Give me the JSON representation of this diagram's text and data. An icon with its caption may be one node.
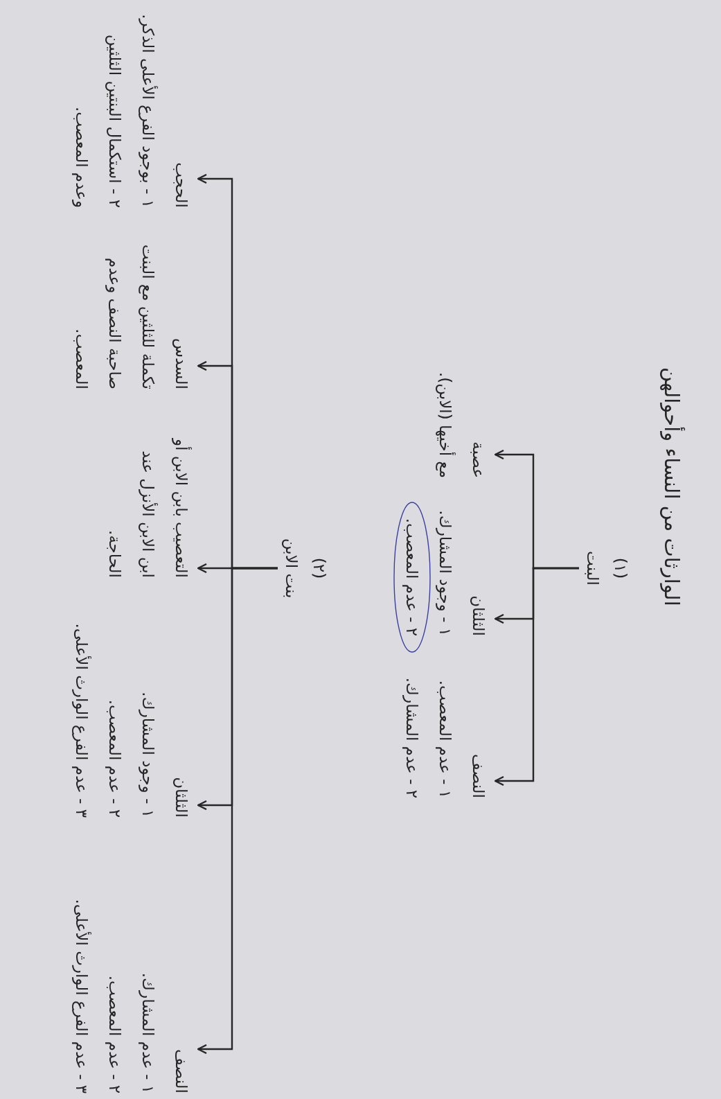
{
  "diagram": {
    "title": "الوارثات من النساء وأحوالهن",
    "nodes": [
      {
        "text": [
          "(١)",
          "البنت"
        ]
      },
      {
        "text": [
          "النصف",
          "١ - عدم المعصب.",
          "٢ - عدم المشارك."
        ]
      },
      {
        "text": [
          "الثلثان",
          "١ - وجود المشارك.",
          "٢ - عدم المعصب."
        ]
      },
      {
        "text": [
          "عصبة",
          "مع أخيها (الابن)."
        ]
      },
      {
        "text": [
          "(٢)",
          "بنت الابن"
        ]
      },
      {
        "text": [
          "النصف",
          "١ - عدم المشارك.",
          "٢ - عدم المعصب.",
          "٣ - عدم الفرع الوارث الأعلى."
        ]
      },
      {
        "text": [
          "الثلثان",
          "١ - وجود المشارك.",
          "٢ - عدم المعصب.",
          "٣ - عدم الفرع الوارث الأعلى."
        ]
      },
      {
        "text": [
          "التعصيب بابن الابن أو ابن الابن الأنزل عند الحاجة."
        ]
      },
      {
        "text": [
          "السدس",
          "تكملة للثلثين مع البنت صاحبة النصف وعدم المعصب."
        ]
      },
      {
        "text": [
          "الحجب",
          "١ - بوجود الفرع الأعلى الذكر.",
          "٢ - استكمال البنتين الثلثين وعدم المعصب."
        ]
      }
    ],
    "edges": [
      {
        "from": 0,
        "to": 1,
        "arrow": "to"
      },
      {
        "from": 0,
        "to": 2,
        "arrow": "to"
      },
      {
        "from": 0,
        "to": 3,
        "arrow": "to"
      },
      {
        "from": 4,
        "to": 5,
        "arrow": "to"
      },
      {
        "from": 4,
        "to": 6,
        "arrow": "to"
      },
      {
        "from": 4,
        "to": 7,
        "arrow": "to"
      },
      {
        "from": 4,
        "to": 8,
        "arrow": "to"
      },
      {
        "from": 4,
        "to": 9,
        "arrow": "to"
      }
    ]
  }
}
